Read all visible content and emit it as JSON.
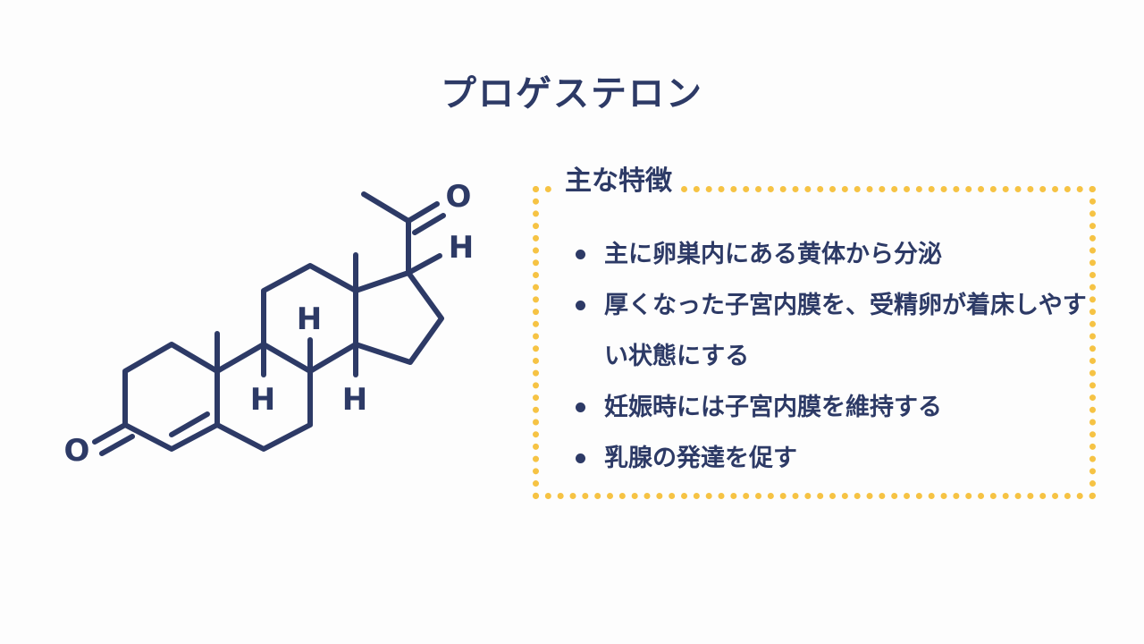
{
  "title": "プロゲステロン",
  "molecule": {
    "atoms": {
      "ketone_oxygen": "O",
      "acetyl_oxygen": "O",
      "h17": "H",
      "h8": "H",
      "h9": "H",
      "h14": "H"
    }
  },
  "features": {
    "heading": "主な特徴",
    "items": [
      "主に卵巣内にある黄体から分泌",
      "厚くなった子宮内膜を、受精卵が着床しやすい状態にする",
      "妊娠時には子宮内膜を維持する",
      "乳腺の発達を促す"
    ]
  },
  "colors": {
    "primary": "#2d3a66",
    "accent_border": "#f6c344",
    "background": "#fdfdfd"
  }
}
